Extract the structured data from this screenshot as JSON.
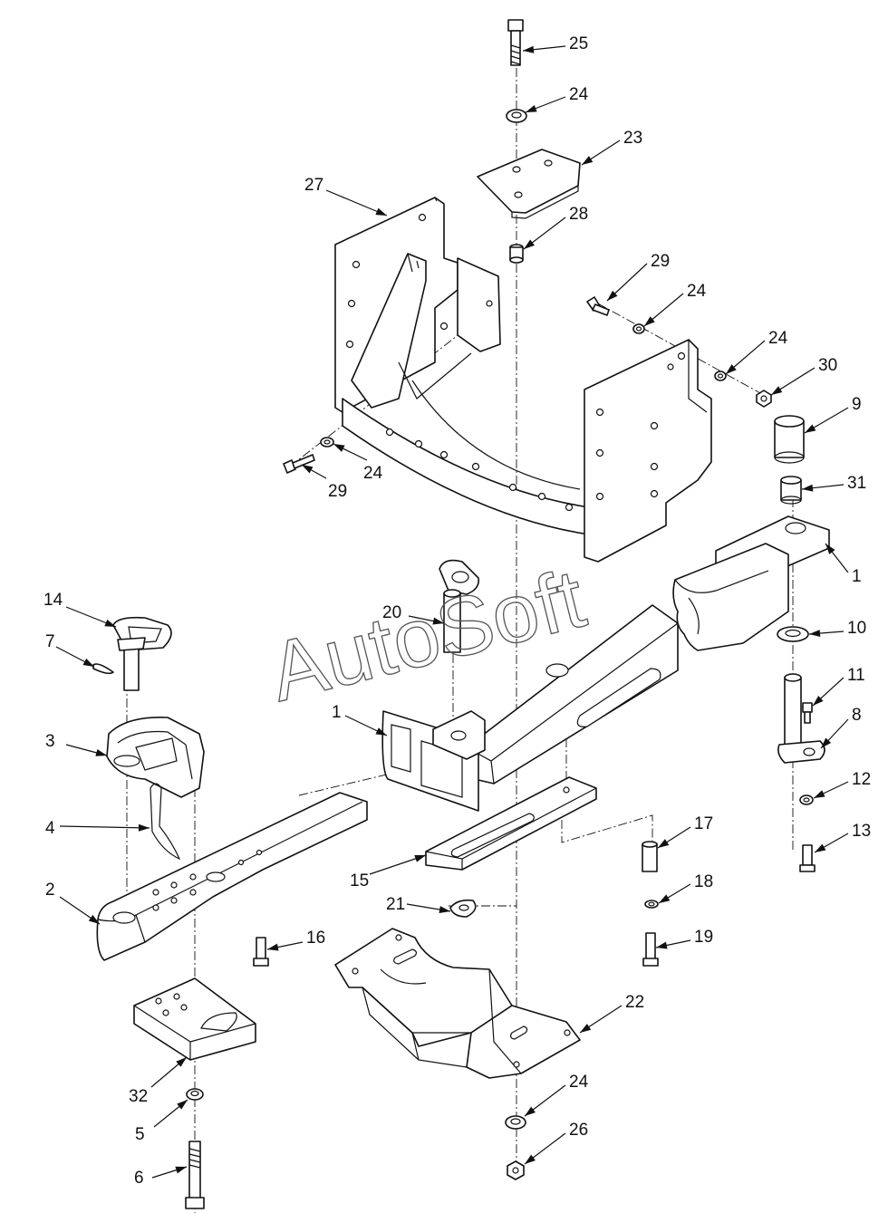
{
  "watermark": "AutoSoft",
  "callouts": [
    {
      "id": "c25",
      "label": "25"
    },
    {
      "id": "c24a",
      "label": "24"
    },
    {
      "id": "c23",
      "label": "23"
    },
    {
      "id": "c27",
      "label": "27"
    },
    {
      "id": "c28",
      "label": "28"
    },
    {
      "id": "c29a",
      "label": "29"
    },
    {
      "id": "c24b",
      "label": "24"
    },
    {
      "id": "c24c",
      "label": "24"
    },
    {
      "id": "c30",
      "label": "30"
    },
    {
      "id": "c9",
      "label": "9"
    },
    {
      "id": "c24d",
      "label": "24"
    },
    {
      "id": "c29b",
      "label": "29"
    },
    {
      "id": "c31",
      "label": "31"
    },
    {
      "id": "c1a",
      "label": "1"
    },
    {
      "id": "c14",
      "label": "14"
    },
    {
      "id": "c20",
      "label": "20"
    },
    {
      "id": "c10",
      "label": "10"
    },
    {
      "id": "c7",
      "label": "7"
    },
    {
      "id": "c11",
      "label": "11"
    },
    {
      "id": "c1b",
      "label": "1"
    },
    {
      "id": "c8",
      "label": "8"
    },
    {
      "id": "c3",
      "label": "3"
    },
    {
      "id": "c12",
      "label": "12"
    },
    {
      "id": "c4",
      "label": "4"
    },
    {
      "id": "c17",
      "label": "17"
    },
    {
      "id": "c13",
      "label": "13"
    },
    {
      "id": "c15",
      "label": "15"
    },
    {
      "id": "c18",
      "label": "18"
    },
    {
      "id": "c2",
      "label": "2"
    },
    {
      "id": "c21",
      "label": "21"
    },
    {
      "id": "c16",
      "label": "16"
    },
    {
      "id": "c19",
      "label": "19"
    },
    {
      "id": "c22",
      "label": "22"
    },
    {
      "id": "c32",
      "label": "32"
    },
    {
      "id": "c24e",
      "label": "24"
    },
    {
      "id": "c5",
      "label": "5"
    },
    {
      "id": "c26",
      "label": "26"
    },
    {
      "id": "c6",
      "label": "6"
    }
  ]
}
